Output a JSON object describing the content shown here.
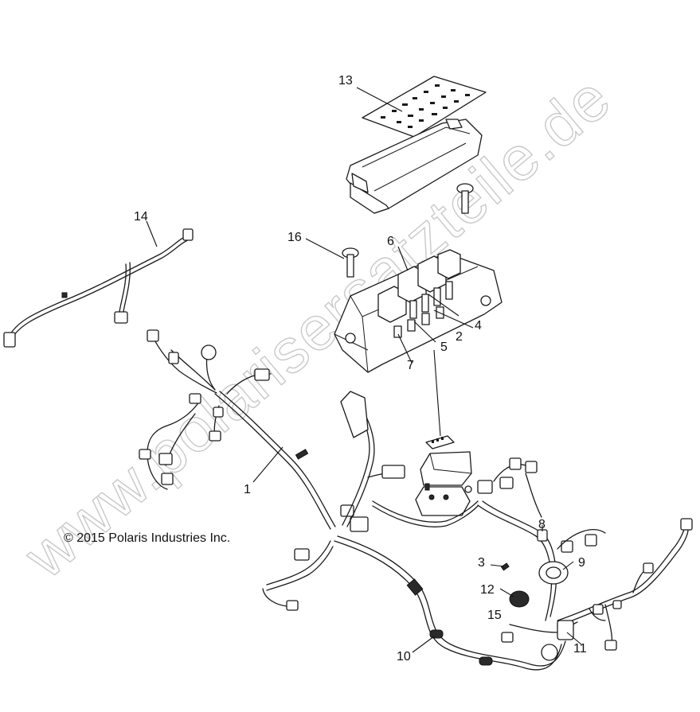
{
  "copyright": "© 2015 Polaris Industries Inc.",
  "watermark": "www.polarisersatzteile.de",
  "callouts": [
    "1",
    "2",
    "3",
    "4",
    "5",
    "6",
    "7",
    "8",
    "9",
    "10",
    "11",
    "12",
    "13",
    "14",
    "15",
    "16"
  ]
}
